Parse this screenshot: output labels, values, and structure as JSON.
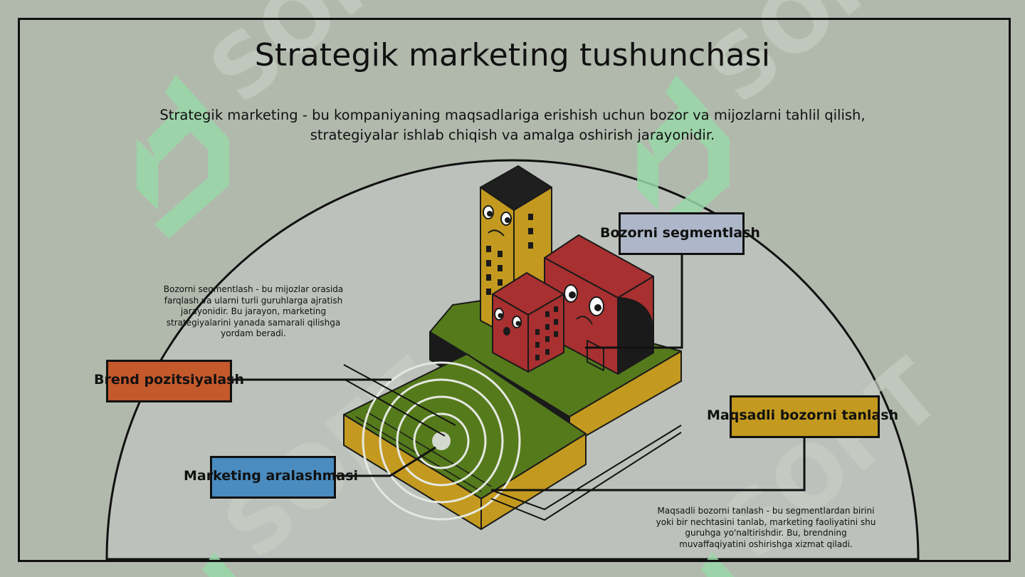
{
  "slide": {
    "title": "Strategik marketing tushunchasi",
    "subtitle": "Strategik marketing - bu kompaniyaning maqsadlariga erishish uchun bozor va mijozlarni tahlil qilish, strategiyalar ishlab chiqish va amalga oshirish jarayonidir."
  },
  "labels": {
    "segmentation": "Bozorni segmentlash",
    "brand": "Brend pozitsiyalash",
    "targeting": "Maqsadli bozorni tanlash",
    "mix": "Marketing aralashmasi"
  },
  "descriptions": {
    "segmentation": "Bozorni segmentlash - bu mijozlar orasida farqlash va ularni turli guruhlarga ajratish jarayonidir. Bu jarayon, marketing strategiyalarini yanada samarali qilishga yordam beradi.",
    "targeting": "Maqsadli bozorni tanlash - bu segmentlardan birini yoki bir nechtasini tanlab, marketing faoliyatini shu guruhga yo'naltirishdir. Bu, brendning muvaffaqiyatini oshirishga xizmat qiladi."
  },
  "watermark": "SOFT",
  "colors": {
    "background": "#b1b9ad",
    "dome": "#bcc1bb",
    "segmentation_box": "#adb7c9",
    "brand_box": "#c4592c",
    "targeting_box": "#c39a1f",
    "mix_box": "#4a8cc0",
    "building_yellow": "#c39a1f",
    "building_red": "#a93030",
    "grass": "#557a1c",
    "watermark_green": "#9ad9a8"
  }
}
